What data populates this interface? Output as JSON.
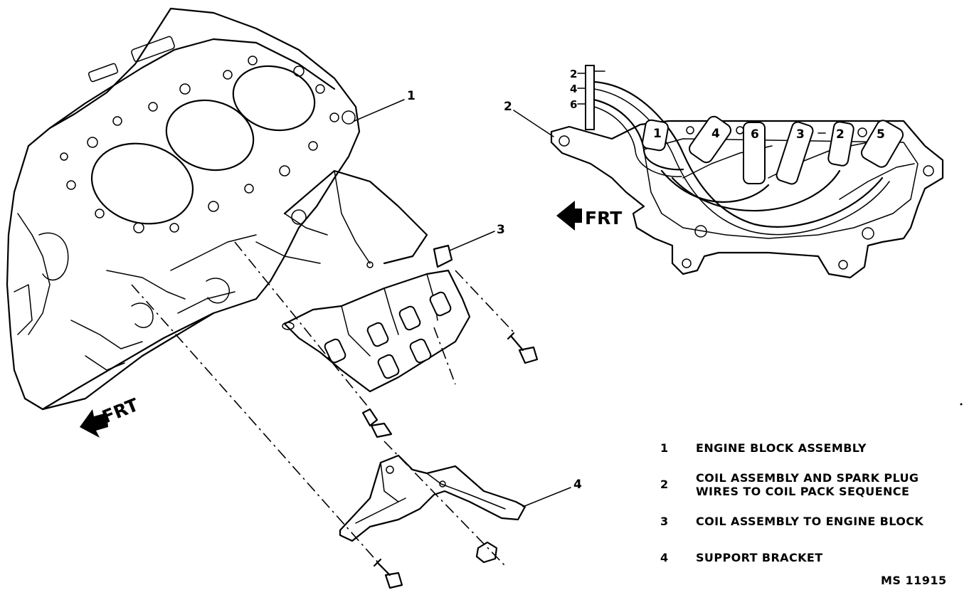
{
  "callouts": {
    "engine_block": "1",
    "coil_assembly_view": "2",
    "coil_mount": "3",
    "support_bracket": "4"
  },
  "direction_labels": {
    "main_view": "FRT",
    "coil_view": "FRT"
  },
  "sequence_labels": [
    "2",
    "4",
    "6"
  ],
  "coil_tower_numbers": [
    "1",
    "4",
    "6",
    "3",
    "2",
    "5"
  ],
  "legend": [
    {
      "number": "1",
      "text": "ENGINE BLOCK ASSEMBLY"
    },
    {
      "number": "2",
      "text": "COIL ASSEMBLY AND SPARK PLUG\nWIRES TO COIL PACK SEQUENCE"
    },
    {
      "number": "3",
      "text": "COIL ASSEMBLY TO ENGINE BLOCK"
    },
    {
      "number": "4",
      "text": "SUPPORT BRACKET"
    }
  ],
  "figure_id": "MS 11915"
}
